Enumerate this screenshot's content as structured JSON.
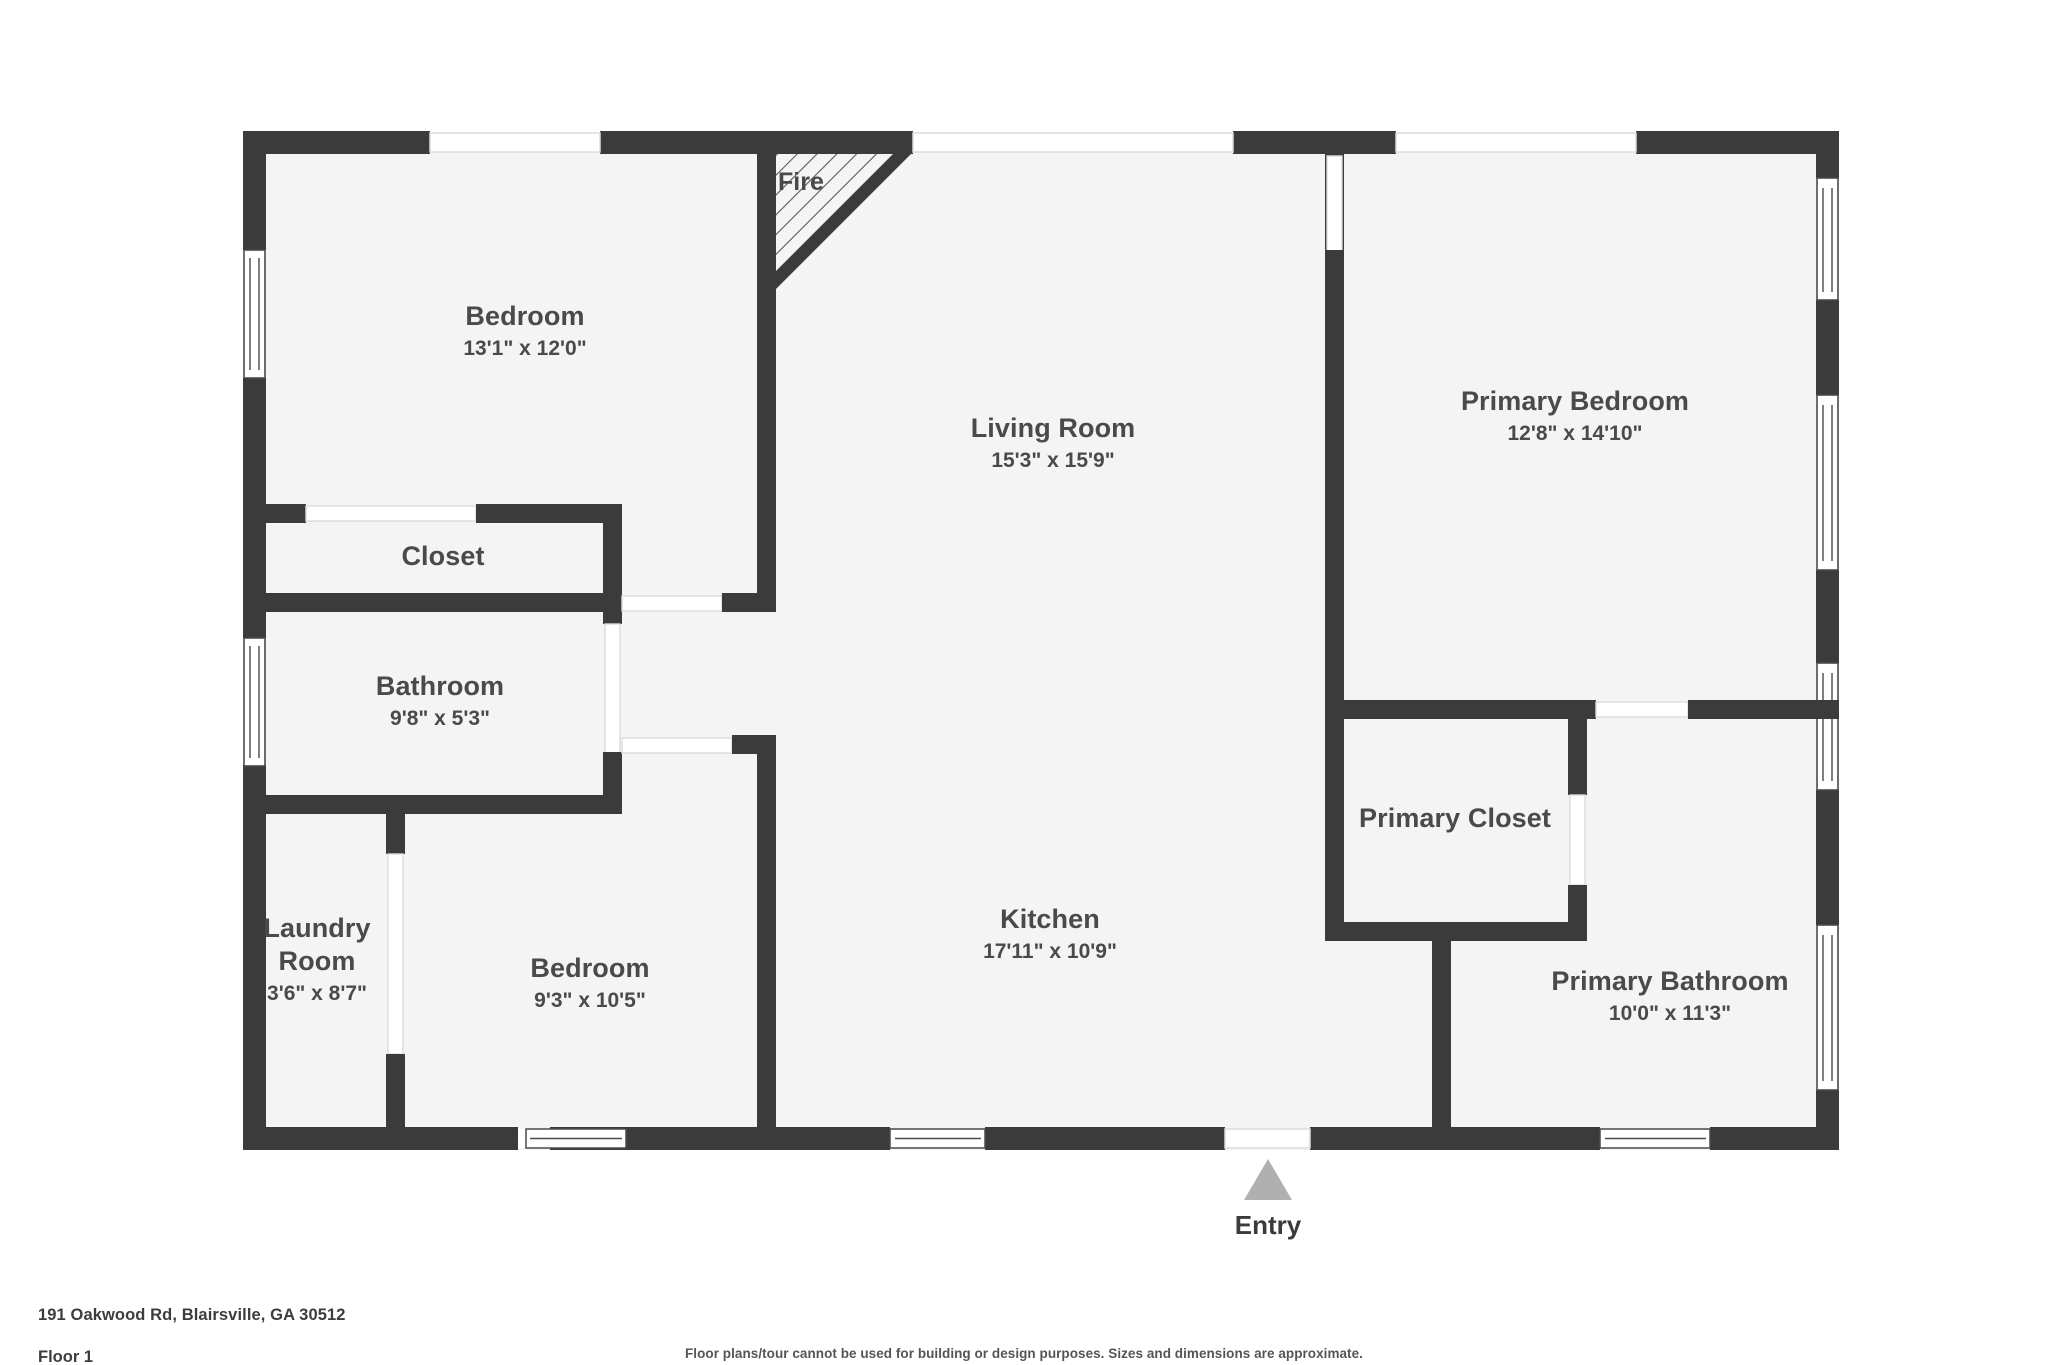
{
  "document": {
    "address": "191 Oakwood Rd, Blairsville, GA 30512",
    "floor": "Floor 1",
    "disclaimer": "Floor plans/tour cannot be used for building or design purposes. Sizes and dimensions are approximate."
  },
  "colors": {
    "wall": "#3b3b3b",
    "room_fill": "#f4f4f4",
    "text": "#4a4a4a",
    "window": "#ffffff",
    "entry_marker": "#b0b0b0",
    "page_background": "#ffffff"
  },
  "markers": {
    "entry": {
      "label": "Entry",
      "icon": "triangle-up-marker"
    },
    "fireplace": {
      "label": "Fire",
      "icon": "fireplace-hatched-triangle"
    }
  },
  "rooms": [
    {
      "id": "bedroom-1",
      "name": "Bedroom",
      "dimensions": "13'1\" x 12'0\""
    },
    {
      "id": "closet",
      "name": "Closet",
      "dimensions": ""
    },
    {
      "id": "bathroom",
      "name": "Bathroom",
      "dimensions": "9'8\" x 5'3\""
    },
    {
      "id": "laundry-room",
      "name": "Laundry\nRoom",
      "dimensions": "3'6\" x 8'7\""
    },
    {
      "id": "bedroom-2",
      "name": "Bedroom",
      "dimensions": "9'3\" x 10'5\""
    },
    {
      "id": "living-room",
      "name": "Living Room",
      "dimensions": "15'3\" x 15'9\""
    },
    {
      "id": "kitchen",
      "name": "Kitchen",
      "dimensions": "17'11\" x 10'9\""
    },
    {
      "id": "primary-bedroom",
      "name": "Primary Bedroom",
      "dimensions": "12'8\" x 14'10\""
    },
    {
      "id": "primary-closet",
      "name": "Primary Closet",
      "dimensions": ""
    },
    {
      "id": "primary-bathroom",
      "name": "Primary Bathroom",
      "dimensions": "10'0\" x 11'3\""
    }
  ]
}
